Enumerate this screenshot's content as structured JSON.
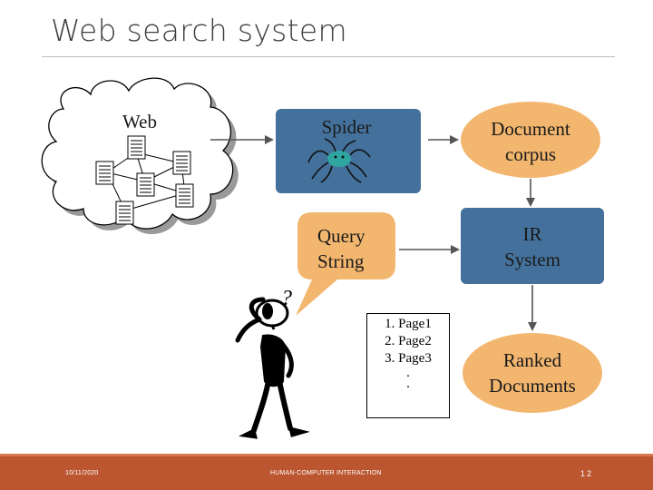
{
  "title": "Web search system",
  "nodes": {
    "web": "Web",
    "spider": "Spider",
    "corpus": "Document\ncorpus",
    "query": "Query\nString",
    "ir": "IR\nSystem",
    "ranked_docs": "Ranked\nDocuments"
  },
  "thought_mark": "?",
  "results": {
    "items": [
      "1. Page1",
      "2. Page2",
      "3. Page3"
    ],
    "ellipsis": [
      ".",
      "."
    ]
  },
  "footer": {
    "date": "10/11/2020",
    "center": "HUMAN-COMPUTER INTERACTION",
    "page": "12"
  },
  "colors": {
    "blue_box": "#44719b",
    "orange_box": "#f2b66f",
    "footer": "#bb5630",
    "arrow": "#555555"
  }
}
